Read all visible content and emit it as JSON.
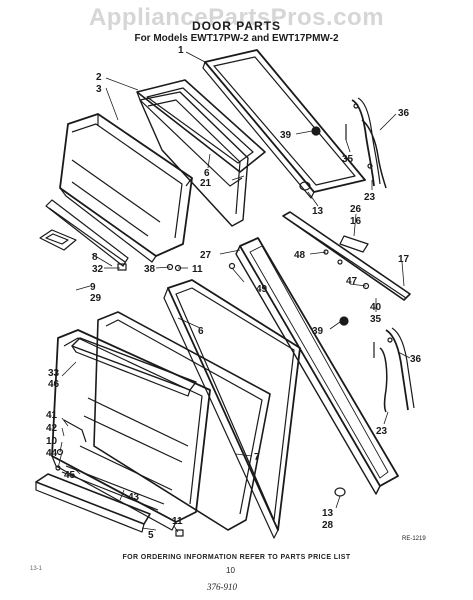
{
  "watermark": "AppliancePartsPros.com",
  "title": "DOOR PARTS",
  "subtitle": "For Models EWT17PW-2 and EWT17PMW-2",
  "callouts": {
    "c1": "1",
    "c2": "2",
    "c3": "3",
    "c39a": "39",
    "c36a": "36",
    "c6a": "6",
    "c21": "21",
    "c35a": "35",
    "c23a": "23",
    "c13a": "13",
    "c26": "26",
    "c16": "16",
    "c27": "27",
    "c48": "48",
    "c17": "17",
    "c8": "8",
    "c32": "32",
    "c38": "38",
    "c11a": "11",
    "c49": "49",
    "c47": "47",
    "c9": "9",
    "c29": "29",
    "c40": "40",
    "c35b": "35",
    "c6b": "6",
    "c39b": "39",
    "c36b": "36",
    "c33": "33",
    "c46": "46",
    "c23b": "23",
    "c41": "41",
    "c42": "42",
    "c10": "10",
    "c44": "44",
    "c45": "45",
    "c7": "7",
    "c43": "43",
    "c13b": "13",
    "c28": "28",
    "c11b": "11",
    "c5": "5"
  },
  "footer": {
    "ordering_note": "FOR ORDERING INFORMATION REFER TO PARTS PRICE LIST",
    "page_number": "10",
    "handwritten_note": "376-910",
    "catalog_code": "RE-1219",
    "left_mark": "13-1"
  }
}
